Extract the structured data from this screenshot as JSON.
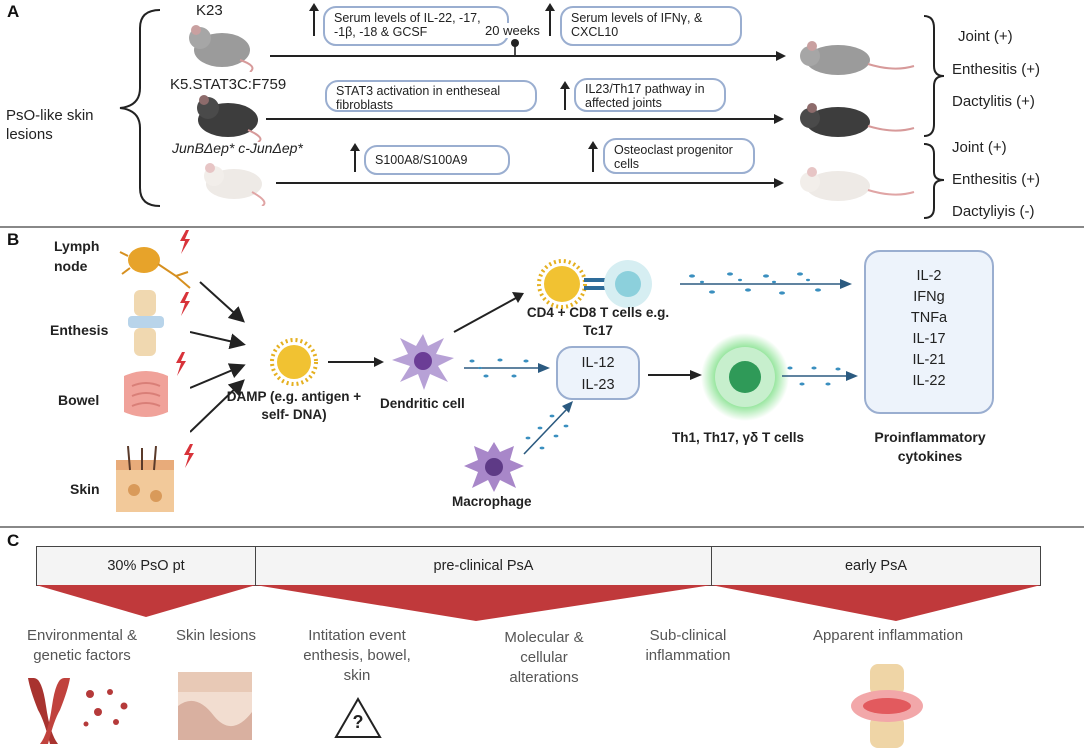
{
  "panel_a": {
    "letter": "A",
    "left_label": "PsO-like skin lesions",
    "mouse1_label": "K23",
    "mouse2_label": "K5.STAT3C:F759",
    "mouse3_label": "JunBΔep* c-JunΔep*",
    "row1_box1": "Serum levels of IL-22, -17, -1β, -18 & GCSF",
    "row1_middle": "20 weeks",
    "row1_box2": "Serum levels of IFNγ, & CXCL10",
    "row2_box1": "STAT3 activation in entheseal fibroblasts",
    "row2_box2": "IL23/Th17 pathway in affected joints",
    "row3_box1": "S100A8/S100A9",
    "row3_box2": "Osteoclast progenitor cells",
    "outcome_top": [
      "Joint (+)",
      "Enthesitis (+)",
      "Dactylitis (+)"
    ],
    "outcome_bottom": [
      "Joint (+)",
      "Enthesitis (+)",
      "Dactyliyis (-)"
    ]
  },
  "panel_b": {
    "letter": "B",
    "sources": [
      "Lymph node",
      "Enthesis",
      "Bowel",
      "Skin"
    ],
    "damp_label": "DAMP (e.g. antigen + self- DNA)",
    "dendritic_label": "Dendritic cell",
    "tcell_label": "CD4 + CD8 T cells e.g. Tc17",
    "il_box": [
      "IL-12",
      "IL-23"
    ],
    "macrophage_label": "Macrophage",
    "th_label": "Th1, Th17, γδ T cells",
    "cytokines": [
      "IL-2",
      "IFNg",
      "TNFa",
      "IL-17",
      "IL-21",
      "IL-22"
    ],
    "cytokine_label": "Proinflammatory cytokines"
  },
  "panel_c": {
    "letter": "C",
    "stages": [
      "30% PsO pt",
      "pre-clinical PsA",
      "early PsA"
    ],
    "timeline_labels": [
      "Environmental & genetic factors",
      "Skin lesions",
      "Intitation event enthesis, bowel, skin",
      "Molecular & cellular alterations",
      "Sub-clinical inflammation",
      "Apparent inflammation"
    ],
    "warning_glyph": "?"
  },
  "colors": {
    "box_border": "#9aaed0",
    "red_triangle": "#c0393b",
    "dots": "#3a8fbf",
    "cytokine_fill": "#edf3fb"
  }
}
